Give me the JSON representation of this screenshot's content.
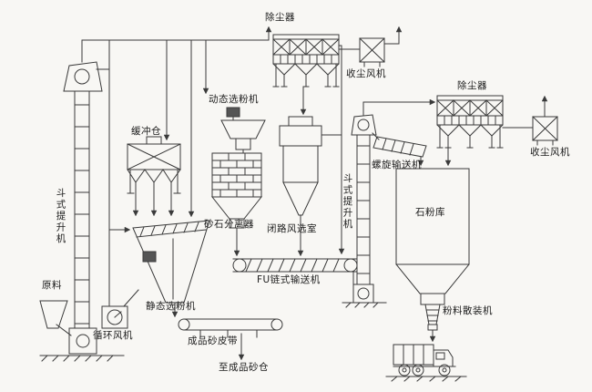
{
  "page": {
    "background": "#f8f7f4",
    "line_color": "#3a3a3a",
    "text_color": "#1c1c1c"
  },
  "labels": {
    "dust_collector_top": "除尘器",
    "dust_fan_top": "收尘风机",
    "dust_collector_right": "除尘器",
    "dust_fan_right": "收尘风机",
    "dynamic_powder_separator": "动态选粉机",
    "buffer_bin": "缓冲仓",
    "bucket_elevator_left": "斗式提升机",
    "bucket_elevator_middle": "斗式提升机",
    "screw_conveyor": "螺旋输送机",
    "stone_powder_silo": "石粉库",
    "sand_stone_separator": "砂石分离器",
    "closed_circuit_air_chamber": "闭路风选室",
    "raw_material": "原料",
    "static_powder_separator": "静态选粉机",
    "circulation_fan": "循环风机",
    "finished_sand_belt": "成品砂皮带",
    "to_finished_sand_silo": "至成品砂仓",
    "fu_chain_conveyor": "FU链式输送机",
    "powder_bulk_loader": "粉料散装机"
  }
}
